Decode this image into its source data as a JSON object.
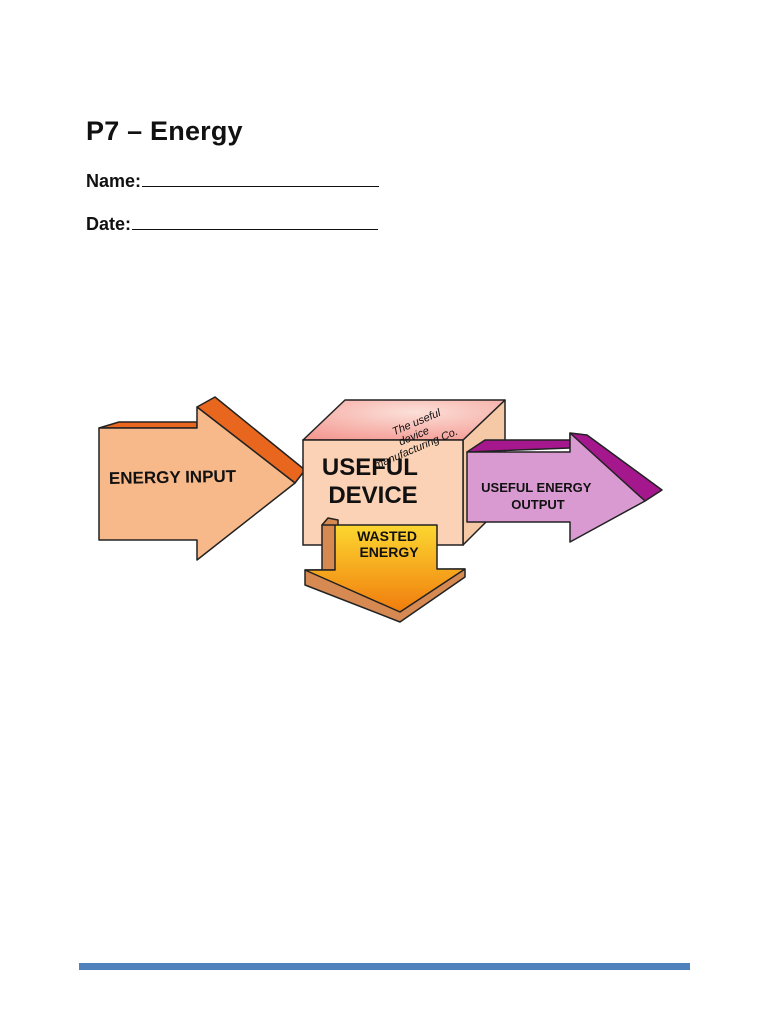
{
  "document": {
    "title": "P7 – Energy",
    "name_label": "Name:",
    "date_label": "Date:"
  },
  "diagram": {
    "input_label": "ENERGY INPUT",
    "device_label_line1": "USEFUL",
    "device_label_line2": "DEVICE",
    "box_top_line1": "The useful",
    "box_top_line2": "device",
    "box_top_line3": "manufacturing Co.",
    "wasted_line1": "WASTED",
    "wasted_line2": "ENERGY",
    "output_line1": "USEFUL ENERGY",
    "output_line2": "OUTPUT"
  },
  "colors": {
    "input_face": "#f8b98a",
    "input_side": "#e8661e",
    "device_front": "#fbd2b5",
    "device_top": "#f7a8a0",
    "device_side": "#f5c8a6",
    "output_face": "#d99ad2",
    "output_side": "#a5178c",
    "wasted_top": "#fcd730",
    "wasted_bottom": "#f07c0d",
    "wasted_side": "#d68a52",
    "footer_rule": "#4f81bd"
  }
}
